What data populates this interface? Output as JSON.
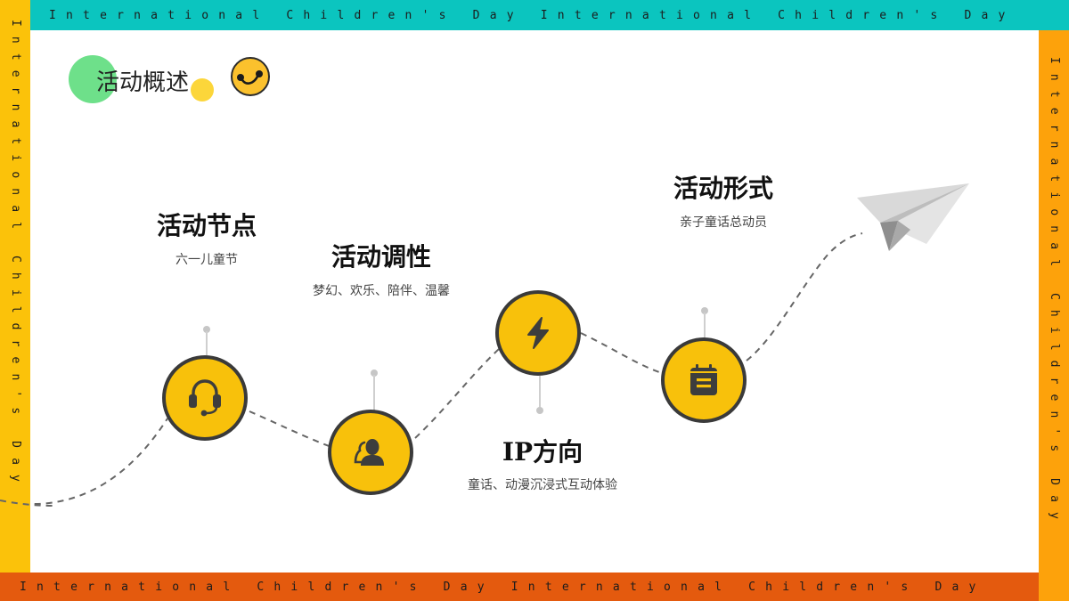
{
  "borders": {
    "top_text": "International Children's Day International Children's Day",
    "bottom_text": "International Children's Day International Children's Day",
    "left_text": "International Children's Day",
    "right_text": "International Children's Day",
    "colors": {
      "top": "#0bc5bf",
      "bottom": "#e45a0e",
      "left": "#fbc20a",
      "right": "#fda20b"
    }
  },
  "header": {
    "title": "活动概述",
    "icon": "smiley-face-icon"
  },
  "timeline": {
    "node_color": "#f8c10b",
    "steps": [
      {
        "title": "活动节点",
        "description": "六一儿童节",
        "icon": "headset-icon"
      },
      {
        "title": "活动调性",
        "description": "梦幻、欢乐、陪伴、温馨",
        "icon": "users-icon"
      },
      {
        "title": "IP方向",
        "description": "童话、动漫沉浸式互动体验",
        "icon": "lightning-icon"
      },
      {
        "title": "活动形式",
        "description": "亲子童话总动员",
        "icon": "calendar-icon"
      }
    ],
    "end_icon": "paper-plane-icon"
  }
}
